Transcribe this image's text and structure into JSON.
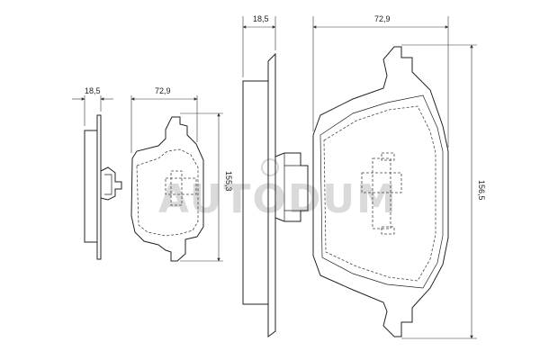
{
  "dimensions": {
    "small_thickness": "18,5",
    "small_width": "72,9",
    "small_height": "155,3",
    "large_thickness": "18,5",
    "large_width": "72,9",
    "large_height": "156,5"
  },
  "watermark": {
    "text": "AUTODUM"
  }
}
